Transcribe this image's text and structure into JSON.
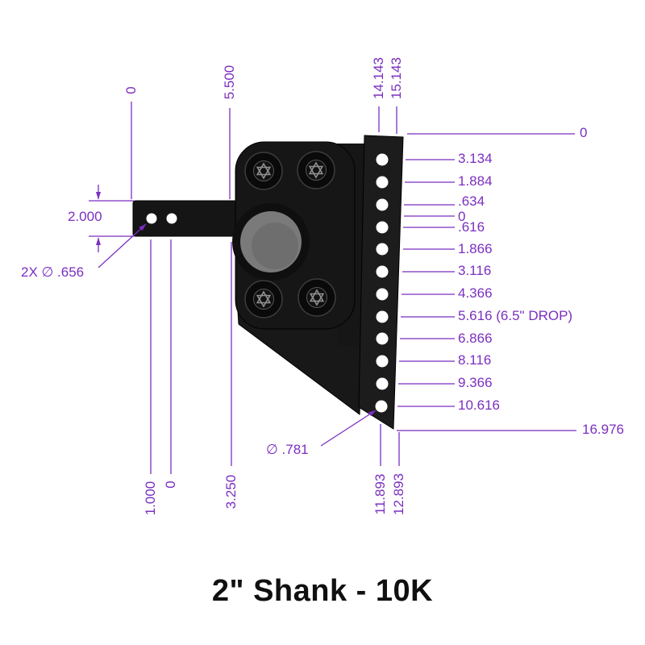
{
  "title": "2\" Shank - 10K",
  "colors": {
    "dimension_purple": "#7b2fbf",
    "part_black": "#171717",
    "barrel_gray": "#7a7a7a"
  },
  "dimensions": {
    "top": [
      "0",
      "5.500",
      "14.143",
      "15.143"
    ],
    "right": [
      "0",
      "3.134",
      "1.884",
      ".634",
      "0",
      ".616",
      "1.866",
      "3.116",
      "4.366",
      "5.616 (6.5\" DROP)",
      "6.866",
      "8.116",
      "9.366",
      "10.616",
      "16.976"
    ],
    "bottom": [
      "1.000",
      "0",
      "3.250",
      "11.893",
      "12.893"
    ],
    "left": {
      "shank_height": "2.000",
      "shank_holes": "2X ∅ .656"
    },
    "plate_hole": "∅ .781"
  }
}
